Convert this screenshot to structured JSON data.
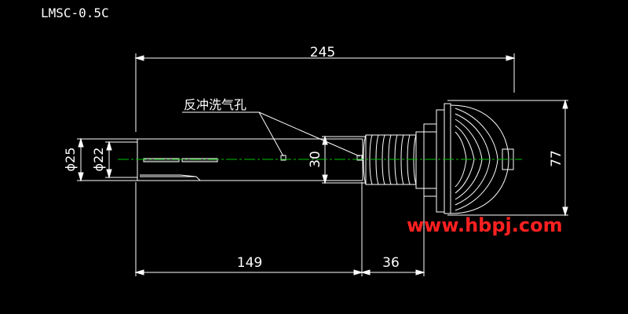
{
  "drawing": {
    "model": "LMSC-0.5C",
    "annotation": "反冲洗气孔",
    "watermark": "www.hbpj.com",
    "dimensions": {
      "overall_length": "245",
      "pipe_length": "149",
      "thread_length": "36",
      "outer_diameter": "ϕ25",
      "inner_diameter": "ϕ22",
      "thread_diameter": "30",
      "cap_height": "77"
    },
    "colors": {
      "background": "#000000",
      "line": "#ffffff",
      "centerline": "#00c000",
      "watermark": "#ff2020"
    }
  }
}
